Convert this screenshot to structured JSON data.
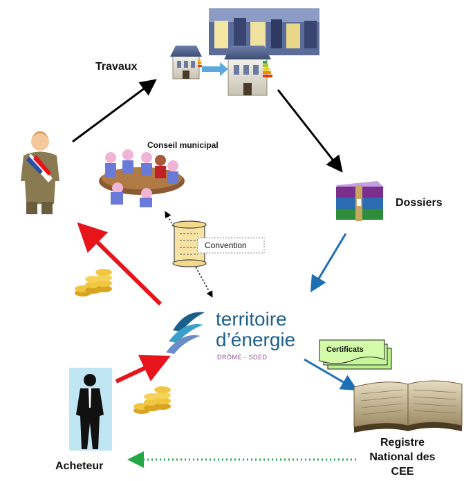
{
  "labels": {
    "travaux": "Travaux",
    "conseil_municipal": "Conseil municipal",
    "dossiers": "Dossiers",
    "convention": "Convention",
    "certificats": "Certificats",
    "registre_line1": "Registre",
    "registre_line2": "National des",
    "registre_line3": "CEE",
    "acheteur": "Acheteur"
  },
  "logo": {
    "line1": "territoire",
    "line2": "d’énergie",
    "subtitle": "DRÔME - SDED"
  },
  "colors": {
    "black_arrow": "#000000",
    "blue_arrow": "#1f6fb5",
    "red_arrow": "#e8141b",
    "green_dotted": "#22a845",
    "logo_text": "#1b5f8c",
    "logo_subtitle": "#8a4a8c"
  }
}
